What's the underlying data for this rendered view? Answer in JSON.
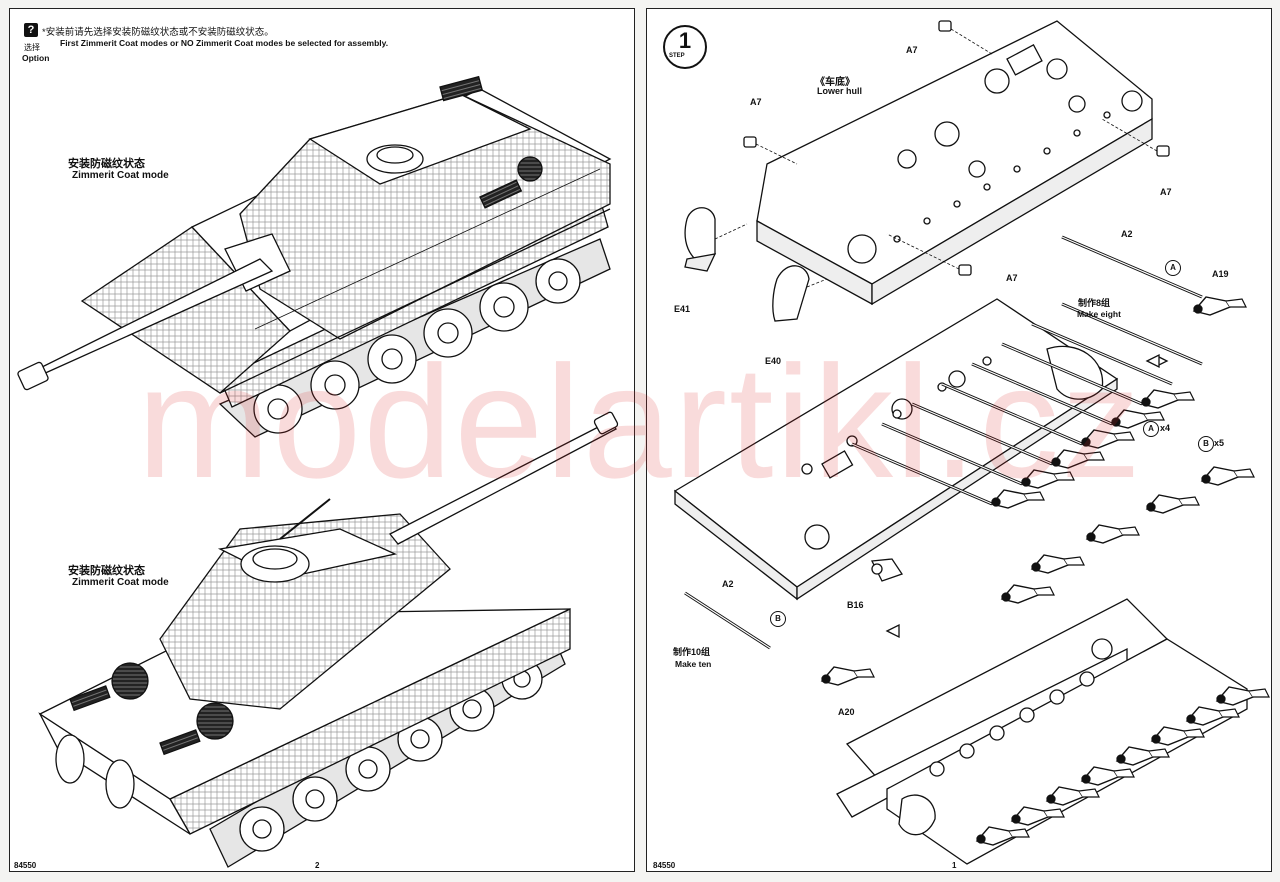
{
  "left_page": {
    "option_icon": "?",
    "option_zh": "选择",
    "option_en": "Option",
    "note_zh": "*安装前请先选择安装防磁纹状态或不安装防磁纹状态。",
    "note_en": "First Zimmerit Coat modes or NO Zimmerit Coat modes be selected for assembly.",
    "view1_zh": "安装防磁纹状态",
    "view1_en": "Zimmerit Coat mode",
    "view2_zh": "安装防磁纹状态",
    "view2_en": "Zimmerit Coat mode",
    "page_number": "84550",
    "page_index": "2"
  },
  "right_page": {
    "step_number": "1",
    "step_word": "STEP",
    "lower_hull_zh": "《车底》",
    "lower_hull_en": "Lower hull",
    "part_labels": {
      "a7_top": "A7",
      "a7_left": "A7",
      "a7_right": "A7",
      "a7_bottom": "A7",
      "e41": "E41",
      "e40": "E40",
      "a2_top": "A2",
      "a19": "A19",
      "b16": "B16",
      "a2_bottom": "A2",
      "a20": "A20"
    },
    "callouts": {
      "a_top": "A",
      "b_bottom": "B",
      "a_x4": "A",
      "b_x5": "B"
    },
    "quantities": {
      "x4": "x4",
      "x5": "x5"
    },
    "make_eight_zh": "制作8组",
    "make_eight_en": "Make eight",
    "make_ten_zh": "制作10组",
    "make_ten_en": "Make ten",
    "page_number": "84550",
    "page_index": "1"
  },
  "watermark": "modelartikl.cz",
  "colors": {
    "ink": "#111111",
    "paper": "#ffffff",
    "watermark": "#dc2828"
  }
}
